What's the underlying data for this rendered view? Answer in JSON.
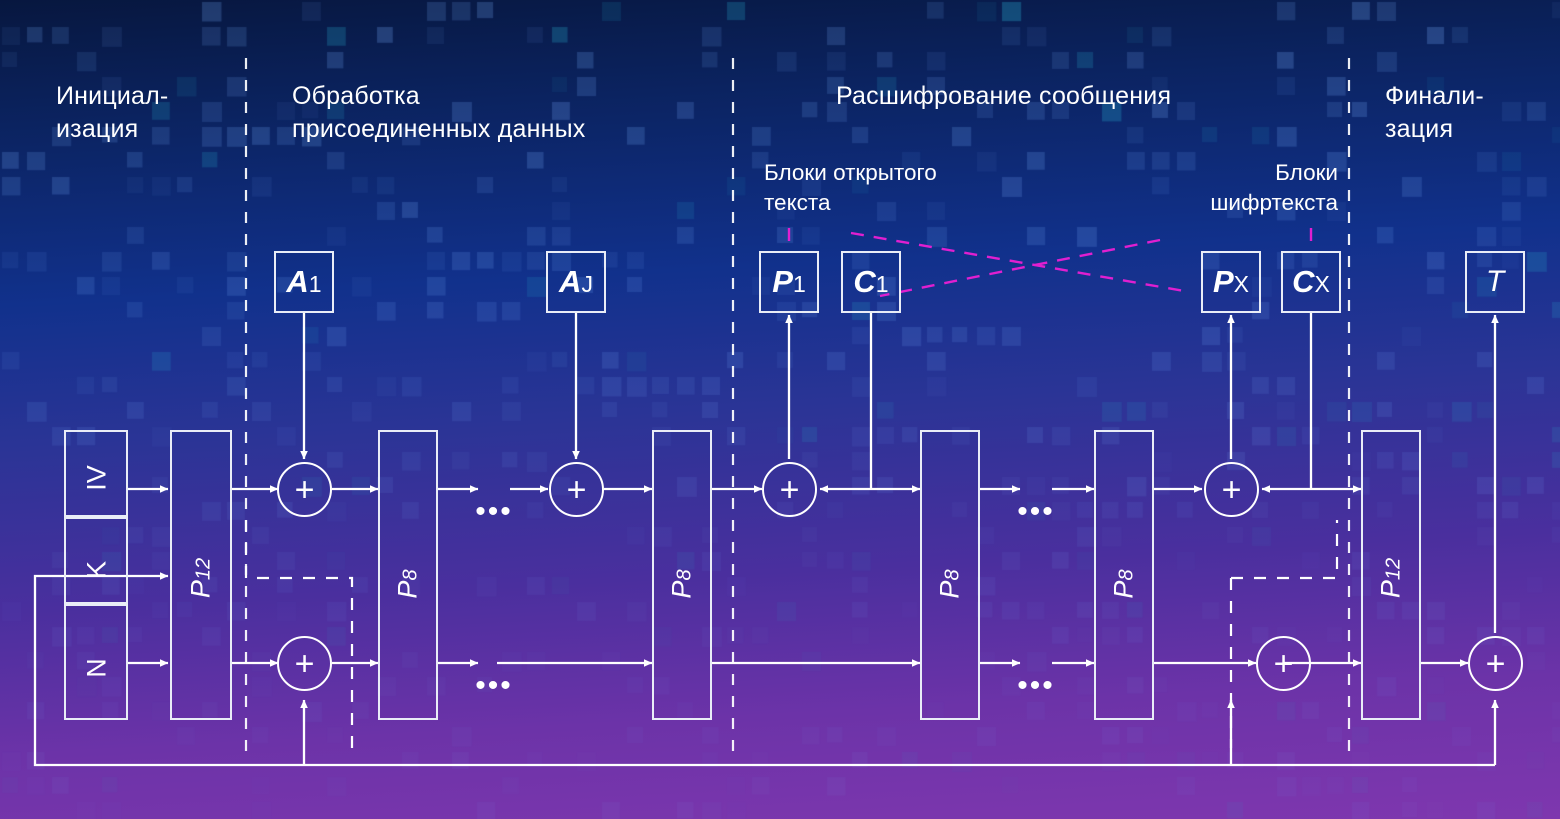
{
  "diagram": {
    "title": "Ascon AEAD decryption dataflow",
    "colors": {
      "wire": "#ffffff",
      "callout": "#e01fd0",
      "bg_top": "#07173f",
      "bg_bottom": "#7e37ae"
    },
    "phase_headers": [
      {
        "id": "init",
        "text": "Инициал-\nизация"
      },
      {
        "id": "ad",
        "text": "Обработка\nприсоединенных данных"
      },
      {
        "id": "decrypt",
        "text": "Расшифрование сообщения"
      },
      {
        "id": "finalize",
        "text": "Финали-\nзация"
      }
    ],
    "callouts": [
      {
        "id": "plaintext-blocks",
        "text": "Блоки открытого\nтекста"
      },
      {
        "id": "ciphertext-blocks",
        "text": "Блоки\nшифртекста"
      }
    ],
    "input_boxes": [
      {
        "id": "a1",
        "symbol": "A",
        "sub": "1"
      },
      {
        "id": "aj",
        "symbol": "A",
        "sub": "J"
      },
      {
        "id": "p1",
        "symbol": "P",
        "sub": "1"
      },
      {
        "id": "c1",
        "symbol": "C",
        "sub": "1"
      },
      {
        "id": "px",
        "symbol": "P",
        "sub": "X"
      },
      {
        "id": "cx",
        "symbol": "C",
        "sub": "X"
      },
      {
        "id": "t",
        "symbol": "T",
        "sub": ""
      }
    ],
    "state_boxes": [
      {
        "id": "iv",
        "label": "IV"
      },
      {
        "id": "k",
        "label": "K"
      },
      {
        "id": "n",
        "label": "N"
      }
    ],
    "permutations": [
      {
        "id": "perm-init",
        "symbol": "P",
        "sub": "12"
      },
      {
        "id": "perm-ad-1",
        "symbol": "P",
        "sub": "8"
      },
      {
        "id": "perm-ad-2",
        "symbol": "P",
        "sub": "8"
      },
      {
        "id": "perm-dec-1",
        "symbol": "P",
        "sub": "8"
      },
      {
        "id": "perm-dec-2",
        "symbol": "P",
        "sub": "8"
      },
      {
        "id": "perm-final",
        "symbol": "P",
        "sub": "12"
      }
    ],
    "xor_symbol": "+",
    "ellipsis": "•••",
    "xor_nodes": [
      {
        "id": "xor-ad1-top"
      },
      {
        "id": "xor-ad1-bot"
      },
      {
        "id": "xor-adj-top"
      },
      {
        "id": "xor-dec1-top"
      },
      {
        "id": "xor-decx-top"
      },
      {
        "id": "xor-final-key"
      },
      {
        "id": "xor-tag"
      }
    ]
  }
}
